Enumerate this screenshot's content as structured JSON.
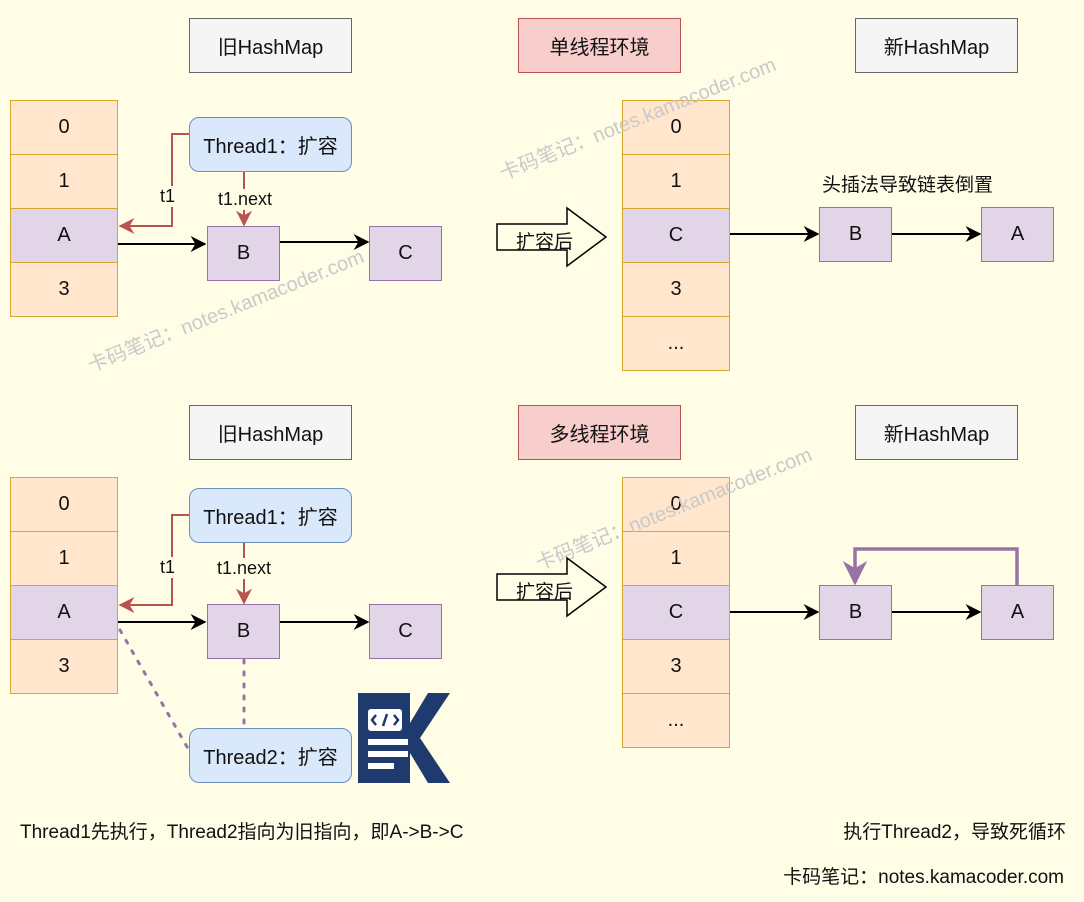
{
  "top": {
    "old_map_label": "旧HashMap",
    "env_label": "单线程环境",
    "new_map_label": "新HashMap",
    "old_cells": [
      "0",
      "1",
      "A",
      "3"
    ],
    "thread1_label": "Thread1：扩容",
    "edge_t1": "t1",
    "edge_t1_next": "t1.next",
    "node_b": "B",
    "node_c": "C",
    "resize_label": "扩容后",
    "new_cells": [
      "0",
      "1",
      "C",
      "3",
      "..."
    ],
    "note": "头插法导致链表倒置",
    "new_node_b": "B",
    "new_node_a": "A"
  },
  "bottom": {
    "old_map_label": "旧HashMap",
    "env_label": "多线程环境",
    "new_map_label": "新HashMap",
    "old_cells": [
      "0",
      "1",
      "A",
      "3"
    ],
    "thread1_label": "Thread1：扩容",
    "thread2_label": "Thread2：扩容",
    "edge_t1": "t1",
    "edge_t1_next": "t1.next",
    "node_b": "B",
    "node_c": "C",
    "resize_label": "扩容后",
    "new_cells": [
      "0",
      "1",
      "C",
      "3",
      "..."
    ],
    "new_node_b": "B",
    "new_node_a": "A"
  },
  "captions": {
    "left": "Thread1先执行，Thread2指向为旧指向，即A->B->C",
    "right": "执行Thread2，导致死循环",
    "credit": "卡码笔记：notes.kamacoder.com"
  },
  "watermarks": [
    "卡码笔记：notes.kamacoder.com",
    "卡码笔记：notes.kamacoder.com",
    "卡码笔记：notes.kamacoder.com"
  ],
  "logo": {
    "icon": "kamacoder-logo-icon",
    "color": "#1e3a6e"
  },
  "colors": {
    "background": "#fffde6",
    "cell_fill": "#ffe6cc",
    "cell_border": "#d6a72c",
    "node_fill": "#e1d5e7",
    "node_border": "#9673a6",
    "thread_fill": "#dae8fc",
    "thread_border": "#6c8ebf",
    "env_fill": "#f8cecc",
    "env_border": "#b85450",
    "pointer_red": "#b85450",
    "loop_purple": "#9673a6"
  }
}
